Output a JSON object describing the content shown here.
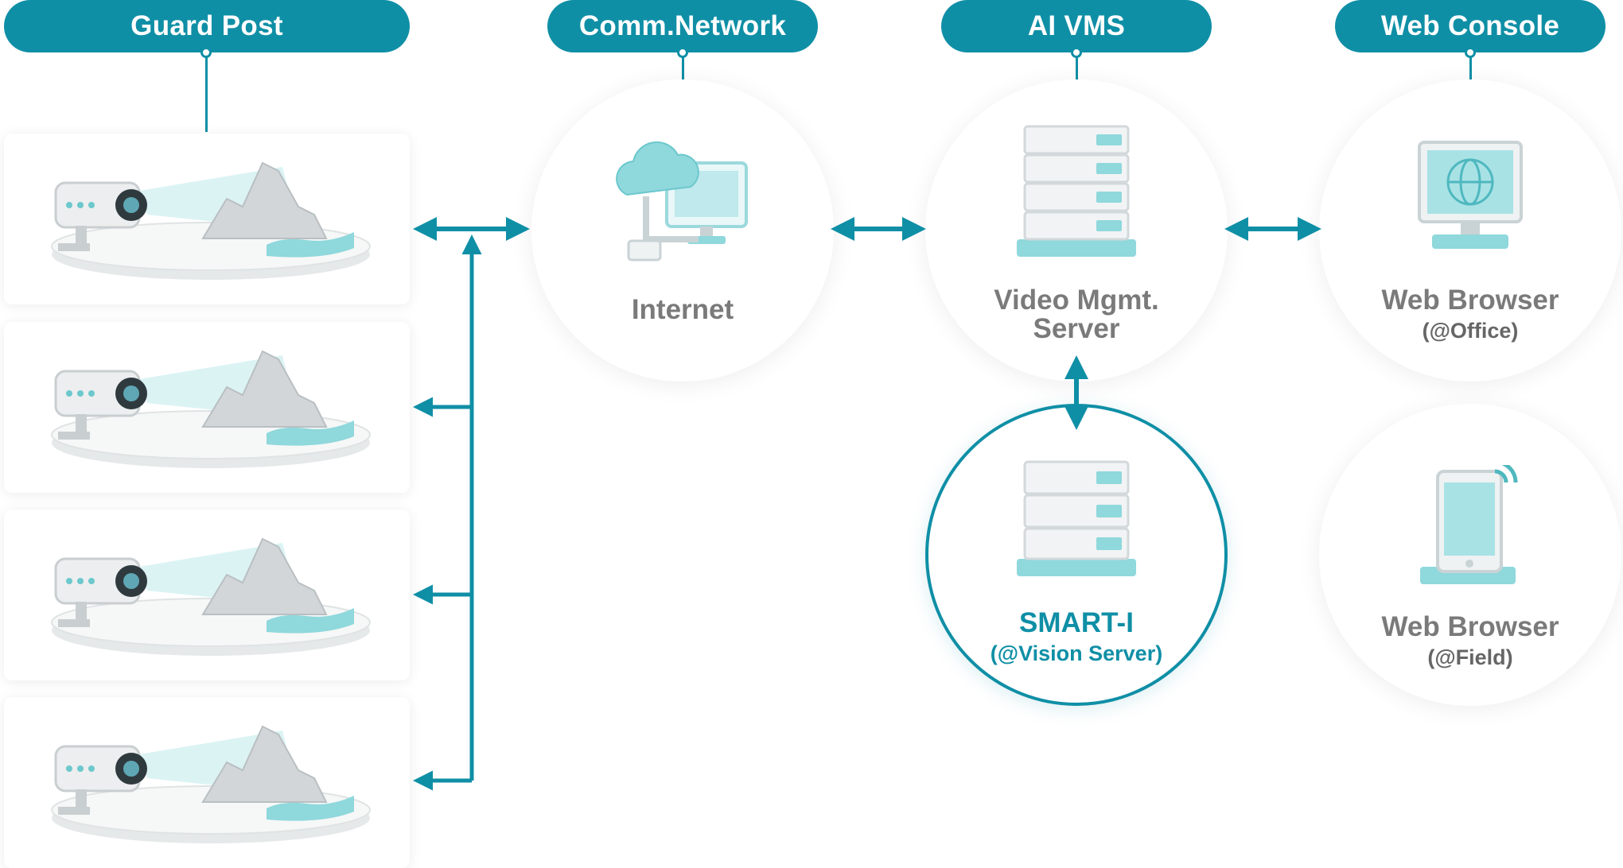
{
  "headers": {
    "guard_post": "Guard Post",
    "comm_network": "Comm.Network",
    "ai_vms": "AI VMS",
    "web_console": "Web Console"
  },
  "cameras": [
    {
      "icon": "cctv-camera-coast-icon"
    },
    {
      "icon": "cctv-camera-coast-icon"
    },
    {
      "icon": "cctv-camera-coast-icon"
    },
    {
      "icon": "cctv-camera-coast-icon"
    }
  ],
  "nodes": {
    "internet": {
      "label": "Internet",
      "icon": "cloud-network-icon"
    },
    "vms": {
      "label_line1": "Video Mgmt.",
      "label_line2": "Server",
      "icon": "server-rack-icon"
    },
    "smart": {
      "label": "SMART-I",
      "sub": "(@Vision Server)",
      "icon": "server-rack-icon"
    },
    "office": {
      "label": "Web Browser",
      "sub": "(@Office)",
      "icon": "desktop-monitor-icon"
    },
    "field": {
      "label": "Web Browser",
      "sub": "(@Field)",
      "icon": "smartphone-icon"
    }
  },
  "colors": {
    "accent": "#0f8fa6",
    "label_gray": "#7a7a7a",
    "icon_teal": "#8fd8dc"
  }
}
